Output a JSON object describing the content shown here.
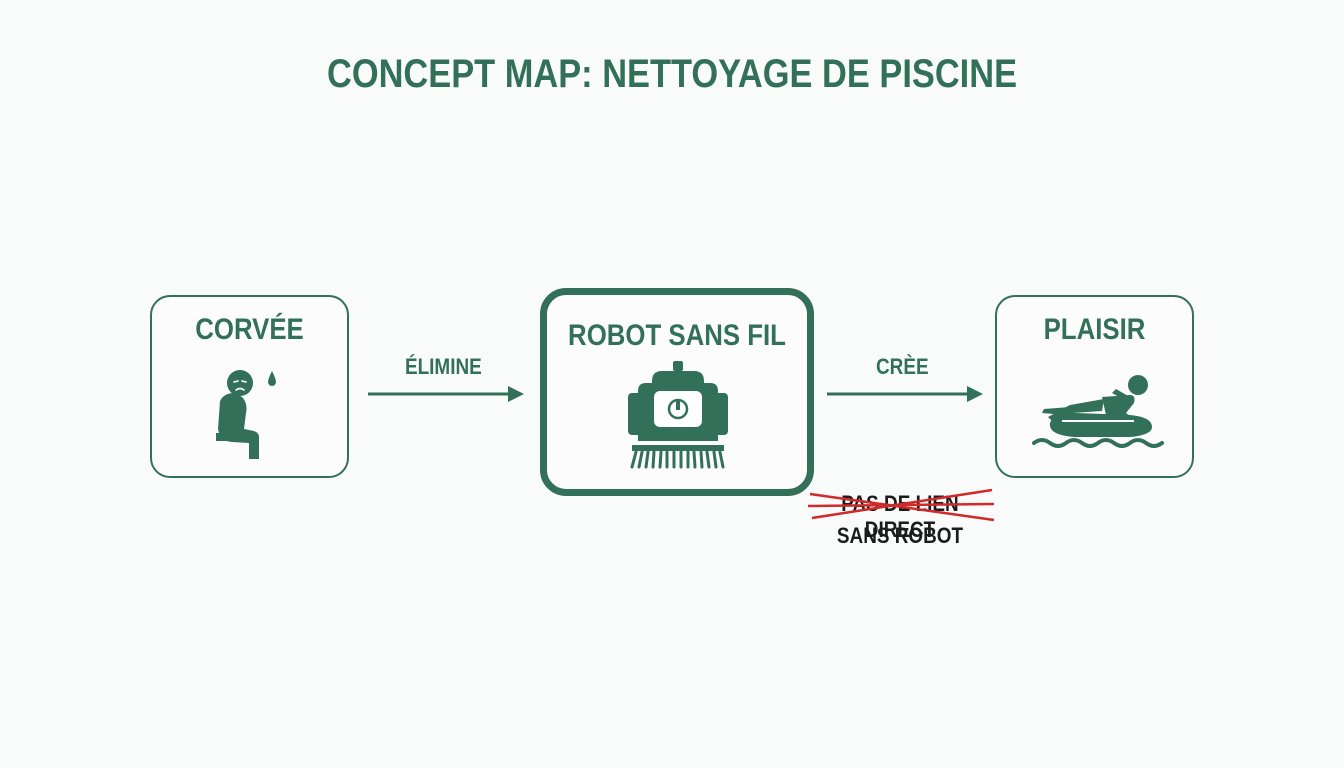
{
  "title": "CONCEPT MAP: NETTOYAGE DE PISCINE",
  "colors": {
    "primary": "#33705a",
    "strike": "#d02a2a",
    "text_dark": "#1c1c1c",
    "background": "#f9fbfa"
  },
  "nodes": {
    "left": {
      "label": "CORVÉE",
      "icon": "tired-person-icon"
    },
    "center": {
      "label": "ROBOT SANS FIL",
      "icon": "pool-robot-icon"
    },
    "right": {
      "label": "PLAISIR",
      "icon": "floating-person-icon"
    }
  },
  "edges": {
    "left_to_center": {
      "label": "ÉLIMINE"
    },
    "center_to_right": {
      "label": "CRÈE"
    }
  },
  "note": {
    "struck_text": "PAS DE LIEN DIRECT",
    "subtext": "SANS ROBOT"
  }
}
